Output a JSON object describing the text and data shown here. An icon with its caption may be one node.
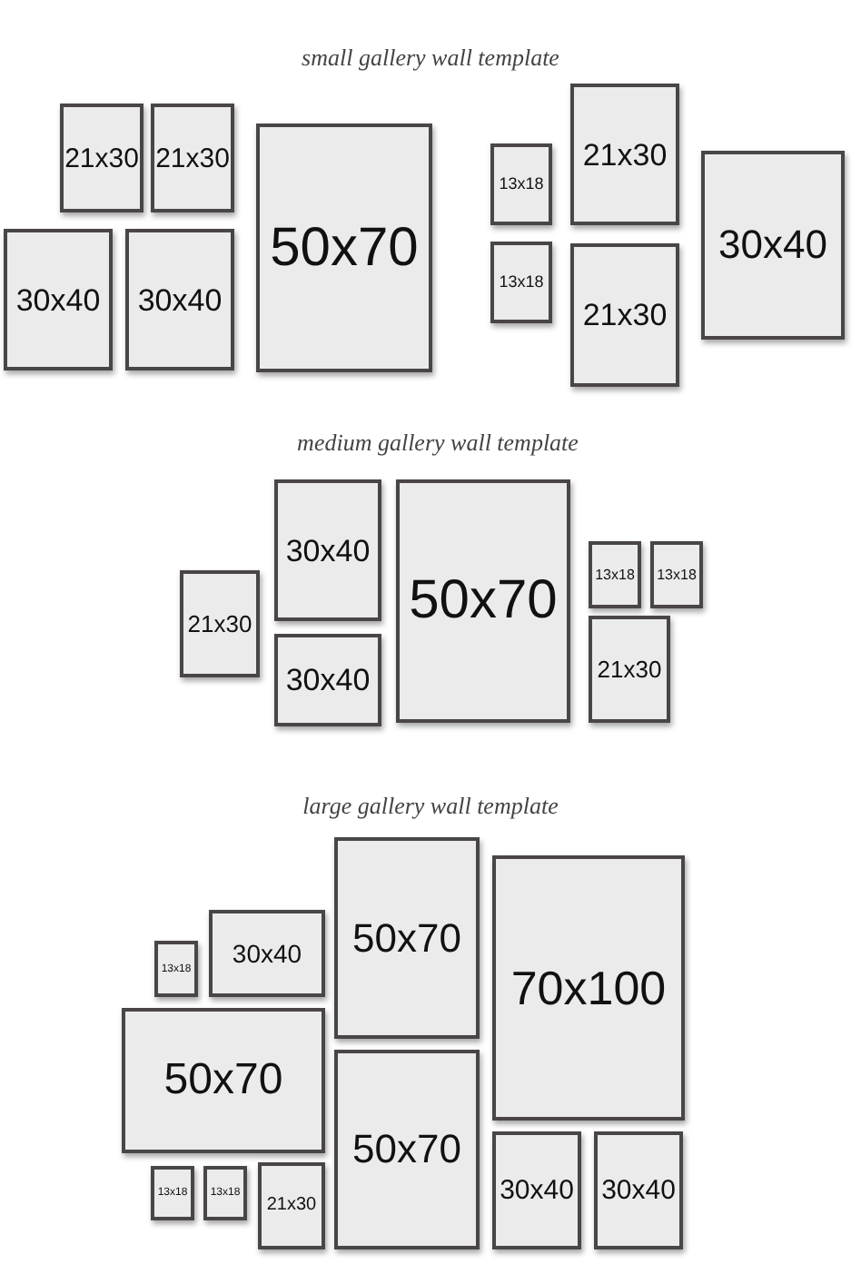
{
  "diagram": {
    "nodes": [
      {
        "text": [
          "21x30"
        ]
      },
      {
        "text": [
          "21x30"
        ]
      },
      {
        "text": [
          "50x70"
        ]
      },
      {
        "text": [
          "30x40"
        ]
      },
      {
        "text": [
          "30x40"
        ]
      },
      {
        "text": [
          "13x18"
        ]
      },
      {
        "text": [
          "13x18"
        ]
      },
      {
        "text": [
          "21x30"
        ]
      },
      {
        "text": [
          "21x30"
        ]
      },
      {
        "text": [
          "30x40"
        ]
      },
      {
        "text": [
          "30x40"
        ]
      },
      {
        "text": [
          "50x70"
        ]
      },
      {
        "text": [
          "13x18"
        ]
      },
      {
        "text": [
          "13x18"
        ]
      },
      {
        "text": [
          "21x30"
        ]
      },
      {
        "text": [
          "30x40"
        ]
      },
      {
        "text": [
          "21x30"
        ]
      },
      {
        "text": [
          "50x70"
        ]
      },
      {
        "text": [
          "70x100"
        ]
      },
      {
        "text": [
          "13x18"
        ]
      },
      {
        "text": [
          "30x40"
        ]
      },
      {
        "text": [
          "50x70"
        ]
      },
      {
        "text": [
          "50x70"
        ]
      },
      {
        "text": [
          "13x18"
        ]
      },
      {
        "text": [
          "13x18"
        ]
      },
      {
        "text": [
          "21x30"
        ]
      },
      {
        "text": [
          "30x40"
        ]
      },
      {
        "text": [
          "30x40"
        ]
      }
    ],
    "labels": [
      "small gallery wall template",
      "medium gallery wall template",
      "large gallery wall template"
    ]
  }
}
